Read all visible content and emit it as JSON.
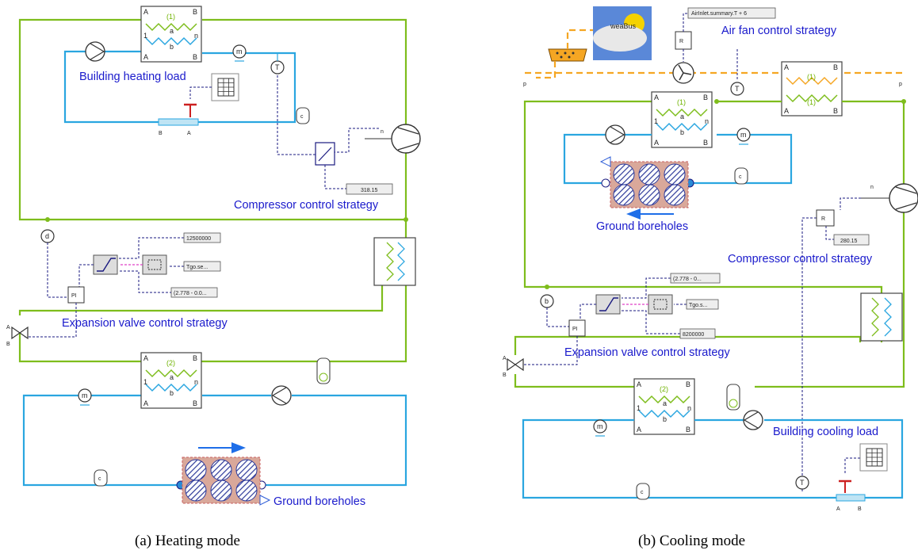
{
  "panel_a": {
    "labels": {
      "building_heating_load": "Building heating load",
      "compressor_control_strategy": "Compressor control strategy",
      "expansion_valve_control_strategy": "Expansion valve control strategy",
      "ground_boreholes": "Ground boreholes"
    },
    "values": {
      "compressor_setpoint": "318.15",
      "valve_param_1": "12500000",
      "valve_param_2": "Tgo.se...",
      "valve_param_3": "(2.778 - 0.0..."
    },
    "caption": "(a) Heating mode"
  },
  "panel_b": {
    "labels": {
      "air_fan_control_strategy": "Air fan control strategy",
      "ground_boreholes": "Ground boreholes",
      "compressor_control_strategy": "Compressor control strategy",
      "expansion_valve_control_strategy": "Expansion valve control strategy",
      "building_cooling_load": "Building cooling load",
      "weather_bus": "weaBus"
    },
    "values": {
      "fan_signal": "AirInlet.summary.T + 6",
      "compressor_setpoint": "280.15",
      "valve_param_1": "(2.778 - 0...",
      "valve_param_2": "Tgo.s...",
      "valve_param_3": "8200000"
    },
    "caption": "(b) Cooling mode"
  },
  "symbols": {
    "hx_A": "A",
    "hx_B": "B",
    "hx_a": "a",
    "hx_b": "b",
    "hx_1": "1",
    "hx_n": "n",
    "hx1": "(1)",
    "hx2": "(2)",
    "m": "m",
    "T": "T",
    "c": "c",
    "d": "d",
    "b": "b",
    "p": "p",
    "PI": "PI",
    "R": "R"
  },
  "colors": {
    "refrigerant_line": "#7ebd1c",
    "water_line": "#2aa6e0",
    "air_line": "#f5a623",
    "signal_line": "#1a1a80",
    "label_text": "#1a1acc"
  }
}
